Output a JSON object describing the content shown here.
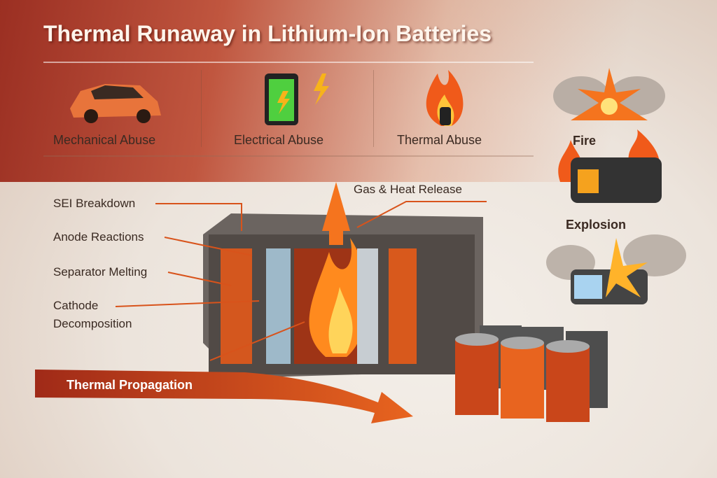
{
  "title": "Thermal Runaway in Lithium-Ion Batteries",
  "causes": [
    {
      "label": "Mechanical Abuse",
      "icon": "car-crash-icon"
    },
    {
      "label": "Electrical Abuse",
      "icon": "battery-lightning-icon"
    },
    {
      "label": "Thermal Abuse",
      "icon": "flame-thermometer-icon"
    }
  ],
  "outcomes": [
    {
      "label": "Fire",
      "icon": "fire-explosion-icon"
    },
    {
      "label": "Explosion",
      "icon": "exploding-battery-icon"
    }
  ],
  "stages": [
    "SEI Breakdown",
    "Anode Reactions",
    "Separator Melting",
    "Cathode Decomposition"
  ],
  "gas_label": "Gas & Heat Release",
  "propagation_label": "Thermal Propagation",
  "colors": {
    "accent": "#d8531b",
    "title_bg": "#9b2f22"
  }
}
